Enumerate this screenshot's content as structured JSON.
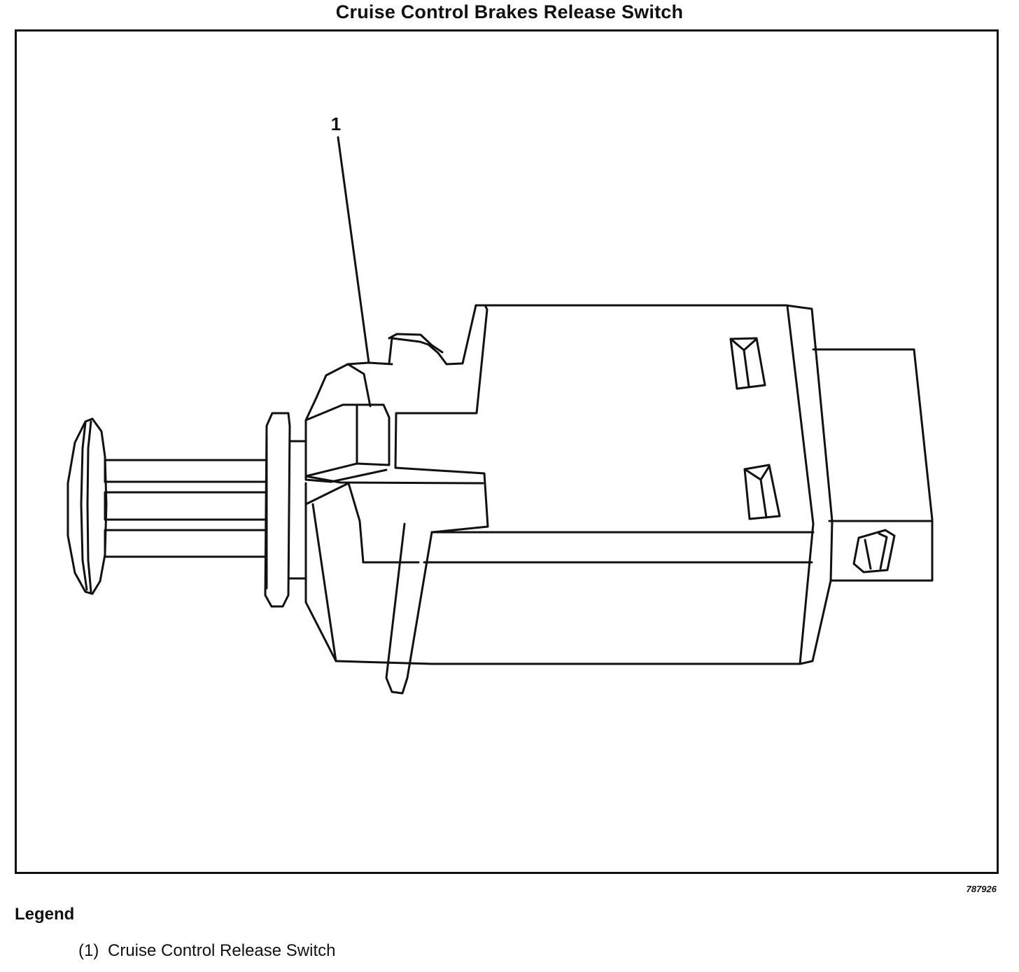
{
  "title": "Cruise Control Brakes Release Switch",
  "callout": "1",
  "figure_number": "787926",
  "legend": {
    "heading": "Legend",
    "items": [
      {
        "number": "(1)",
        "label": "Cruise Control Release Switch"
      }
    ]
  },
  "colors": {
    "line": "#111111",
    "background": "#ffffff"
  }
}
